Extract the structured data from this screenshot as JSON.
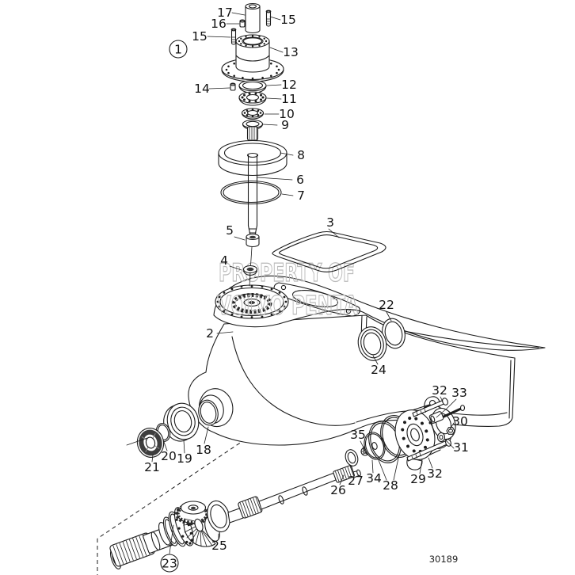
{
  "diagram": {
    "figure_number": "30189",
    "watermark": {
      "line1": "PROPERTY OF",
      "line2": "VOLVO PENTA"
    },
    "colors": {
      "line": "#1c1c1c",
      "watermark_outline": "#b9b9b9",
      "background": "#ffffff"
    },
    "circled_callouts": {
      "1": "1",
      "23": "23"
    },
    "callouts": {
      "1": "1",
      "2": "2",
      "3": "3",
      "4": "4",
      "5": "5",
      "6": "6",
      "7": "7",
      "8": "8",
      "9": "9",
      "10": "10",
      "11": "11",
      "12": "12",
      "13": "13",
      "14": "14",
      "15": "15",
      "16": "16",
      "17": "17",
      "18": "18",
      "19": "19",
      "20": "20",
      "21": "21",
      "22": "22",
      "23": "23",
      "24": "24",
      "25": "25",
      "26": "26",
      "27": "27",
      "28": "28",
      "29": "29",
      "30": "30",
      "31": "31",
      "32": "32",
      "33": "33",
      "34": "34",
      "35": "35"
    }
  }
}
